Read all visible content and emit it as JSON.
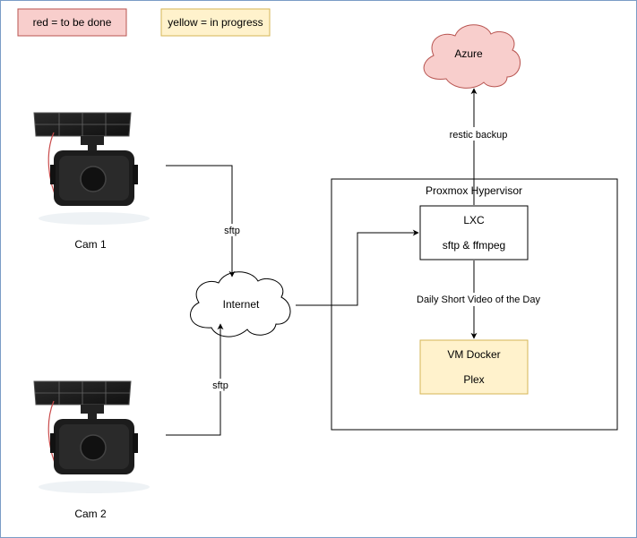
{
  "legend": {
    "red": {
      "text": "red = to be done",
      "fill": "#f8cecc",
      "stroke": "#b85450"
    },
    "yellow": {
      "text": "yellow = in progress",
      "fill": "#fff2cc",
      "stroke": "#d6b656"
    }
  },
  "nodes": {
    "cam1": {
      "label": "Cam 1",
      "icon": "camera-icon"
    },
    "cam2": {
      "label": "Cam 2",
      "icon": "camera-icon"
    },
    "internet": {
      "label": "Internet",
      "icon": "cloud-icon"
    },
    "azure": {
      "label": "Azure",
      "icon": "cloud-icon",
      "fill": "#f8cecc",
      "stroke": "#b85450"
    },
    "proxmox": {
      "label": "Proxmox Hypervisor"
    },
    "lxc": {
      "line1": "LXC",
      "line2": "sftp & ffmpeg"
    },
    "vm": {
      "line1": "VM Docker",
      "line2": "Plex",
      "fill": "#fff2cc",
      "stroke": "#d6b656"
    }
  },
  "edges": {
    "cam1_to_internet": "sftp",
    "cam2_to_internet": "sftp",
    "lxc_to_azure": "restic backup",
    "lxc_to_vm": "Daily Short Video of the Day"
  }
}
